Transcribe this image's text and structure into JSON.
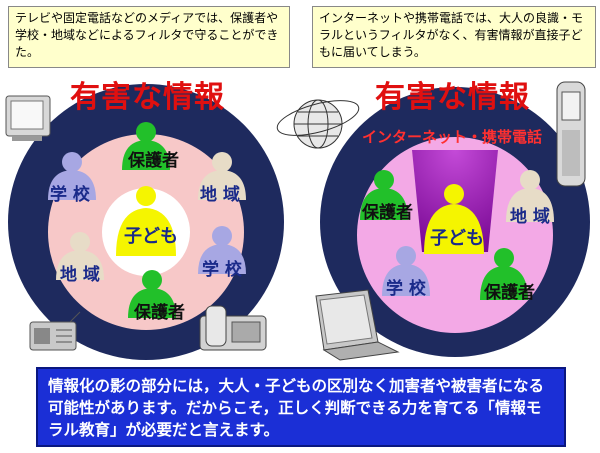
{
  "left_note": "テレビや固定電話などのメディアでは、保護者や学校・地域などによるフィルタで守ることができた。",
  "right_note": "インターネットや携帯電話では、大人の良識・モラルというフィルタがなく、有害情報が直接子どもに届いてしまう。",
  "left_heading": "有害な情報",
  "right_heading": "有害な情報",
  "net_label": "インターネット・携帯電話",
  "left_diagram": {
    "child": "子ども",
    "guardian_top": "保護者",
    "school_left": "学 校",
    "community_right": "地 域",
    "community_left": "地 域",
    "school_right": "学 校",
    "guardian_bottom": "保護者"
  },
  "right_diagram": {
    "child": "子ども",
    "guardian_left": "保護者",
    "community_right": "地 域",
    "school": "学 校",
    "guardian_bottom": "保護者"
  },
  "bottom_text": "情報化の影の部分には，大人・子どもの区別なく加害者や被害者になる可能性があります。だからこそ，正しく判断できる力を育てる「情報モラル教育」が必要だと言えます。",
  "colors": {
    "outer_ring": "#1e2a5e",
    "inner_disc": "#f7c8c8",
    "center_white": "#ffffff",
    "right_inner": "#f3a9e6",
    "beam": "#9b17b5",
    "child_yellow": "#f5f500",
    "guardian_green": "#22c02a",
    "school_lavender": "#a7a7e3",
    "community_beige": "#e7dcc7",
    "heading_red": "#e01010",
    "bottom_bar": "#1b2fd6"
  },
  "icons": [
    "tv-icon",
    "radio-icon",
    "fax-phone-icon",
    "globe-icon",
    "mobile-phone-icon",
    "laptop-icon"
  ]
}
